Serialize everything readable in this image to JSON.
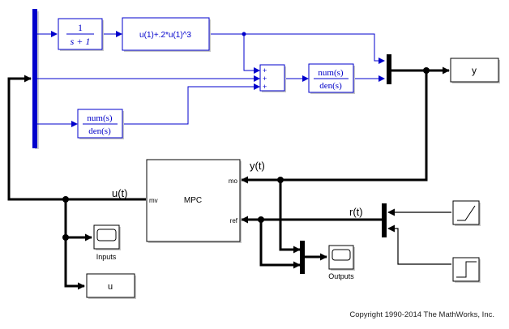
{
  "diagram": {
    "colors": {
      "plant_blue": "#0000cc",
      "signal_black": "#000000",
      "background": "#ffffff"
    },
    "plant": {
      "tf1": {
        "numerator": "1",
        "denominator": "s + 1"
      },
      "fcn": {
        "expression": "u(1)+.2*u(1)^3"
      },
      "sum": {
        "signs": [
          "+",
          "+",
          "+"
        ]
      },
      "tf2": {
        "numerator": "num(s)",
        "denominator": "den(s)"
      },
      "tf3": {
        "numerator": "num(s)",
        "denominator": "den(s)"
      }
    },
    "outport_y": {
      "label": "y"
    },
    "mpc": {
      "title": "MPC",
      "ports": {
        "mv": "mv",
        "mo": "mo",
        "ref": "ref"
      }
    },
    "signals": {
      "u": "u(t)",
      "y": "y(t)",
      "r": "r(t)"
    },
    "scopes": {
      "inputs": "Inputs",
      "outputs": "Outputs"
    },
    "outport_u": {
      "label": "u"
    },
    "sources": {
      "ramp": "ramp-icon",
      "step": "step-icon"
    },
    "footer": {
      "copyright": "Copyright 1990-2014 The MathWorks, Inc."
    }
  }
}
